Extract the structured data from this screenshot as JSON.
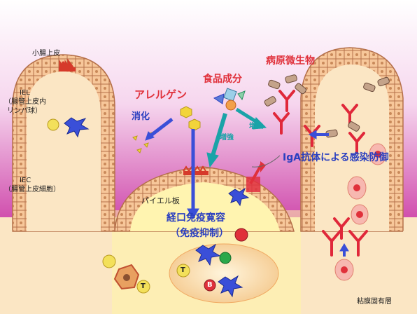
{
  "labels": {
    "small_intestine_epithelium": "小腸上皮",
    "iel_line1": "IEL",
    "iel_line2": "（腸管上皮内",
    "iel_line3": "リンパ球）",
    "iec_line1": "IEC",
    "iec_line2": "（腸管上皮細胞）",
    "allergen": "アレルゲン",
    "digestion": "消化",
    "food_components": "食品成分",
    "pathogenic_microbes": "病原微生物",
    "enhance_1": "増強",
    "enhance_2": "増強",
    "iga_antibody": "IgA抗体による感染防御",
    "peyers_patch": "パイエル板",
    "oral_tolerance_line1": "経口免疫寛容",
    "oral_tolerance_line2": "（免疫抑制）",
    "lamina_propria": "粘膜固有層",
    "cell_t1": "T",
    "cell_t2": "T",
    "cell_b": "B"
  },
  "colors": {
    "background_gradient_top": "#ffffff",
    "background_gradient_bottom": "#cc3fa6",
    "tissue": "#fbe6c4",
    "villus_cell": "#f7c79a",
    "cell_outline": "#b5704a",
    "microvilli": "#d63a2a",
    "allergen_star": "#f2d43a",
    "antibody": "#e0283a",
    "arrow_blue": "#3a4fd8",
    "arrow_teal": "#1aa3a8",
    "text_red": "#e0303a",
    "text_blue": "#2a3fc0"
  }
}
